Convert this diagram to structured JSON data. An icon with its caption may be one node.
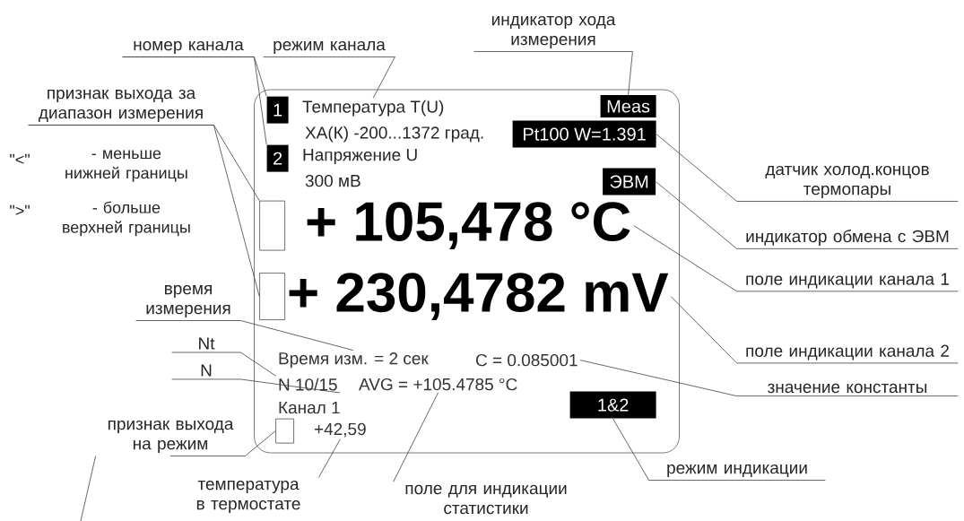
{
  "diagram": {
    "nodes": [
      {
        "text": [],
        "shape": "box"
      },
      {
        "text": [
          "1"
        ],
        "in": 0
      },
      {
        "text": [
          "Температура T(U)"
        ],
        "in": 0
      },
      {
        "text": [
          "ХА(К) -200...1372 град."
        ],
        "in": 0
      },
      {
        "text": [
          "2"
        ],
        "in": 0
      },
      {
        "text": [
          "Напряжение U"
        ],
        "in": 0
      },
      {
        "text": [
          "300 мВ"
        ],
        "in": 0
      },
      {
        "text": [
          "Meas"
        ],
        "in": 0
      },
      {
        "text": [
          "Pt100 W=1.391"
        ],
        "in": 0
      },
      {
        "text": [
          "ЭВМ"
        ],
        "in": 0
      },
      {
        "text": [],
        "shape": "box",
        "in": 0
      },
      {
        "text": [
          "+ 105,478 °C"
        ],
        "in": 0
      },
      {
        "text": [],
        "shape": "box",
        "in": 0
      },
      {
        "text": [
          "+ 230,4782 mV"
        ],
        "in": 0
      },
      {
        "text": [
          "Время изм. = 2 сек"
        ],
        "in": 0
      },
      {
        "text": [
          "C = 0.085001"
        ],
        "in": 0
      },
      {
        "text": [
          "N 10/15"
        ],
        "in": 0
      },
      {
        "text": [
          "AVG = +105.4785 °C"
        ],
        "in": 0
      },
      {
        "text": [
          "Канал 1"
        ],
        "in": 0
      },
      {
        "text": [],
        "shape": "box",
        "in": 0
      },
      {
        "text": [
          "+42,59"
        ],
        "in": 0
      },
      {
        "text": [
          "1&2"
        ],
        "in": 0
      },
      {
        "text": [
          "номер канала"
        ]
      },
      {
        "text": [
          "режим канала"
        ]
      },
      {
        "text": [
          "индикатор хода измерения"
        ]
      },
      {
        "text": [
          "признак выхода за диапазон измерения"
        ]
      },
      {
        "text": [
          "датчик холод.концов термопары"
        ]
      },
      {
        "text": [
          "индикатор обмена с ЭВМ"
        ]
      },
      {
        "text": [
          "поле индикации канала 1"
        ]
      },
      {
        "text": [
          "время измерения"
        ]
      },
      {
        "text": [
          "поле индикации канала 2"
        ]
      },
      {
        "text": [
          "Nt"
        ]
      },
      {
        "text": [
          "N"
        ]
      },
      {
        "text": [
          "значение константы"
        ]
      },
      {
        "text": [
          "признак выхода на режим"
        ]
      },
      {
        "text": [
          "температура в термостате"
        ]
      },
      {
        "text": [
          "поле для индикации статистики"
        ]
      },
      {
        "text": [
          "режим индикации"
        ]
      }
    ],
    "edges": [
      {
        "from": 22,
        "to": 1,
        "arrow": "none"
      },
      {
        "from": 22,
        "to": 4,
        "arrow": "none"
      },
      {
        "from": 23,
        "to": 2,
        "arrow": "none"
      },
      {
        "from": 24,
        "to": 7,
        "arrow": "none"
      },
      {
        "from": 25,
        "to": 10,
        "arrow": "none"
      },
      {
        "from": 25,
        "to": 12,
        "arrow": "none"
      },
      {
        "from": 26,
        "to": 8,
        "arrow": "none"
      },
      {
        "from": 27,
        "to": 9,
        "arrow": "none"
      },
      {
        "from": 28,
        "to": 11,
        "arrow": "none"
      },
      {
        "from": 30,
        "to": 13,
        "arrow": "none"
      },
      {
        "from": 33,
        "to": 15,
        "arrow": "none"
      },
      {
        "from": 37,
        "to": 21,
        "arrow": "none"
      },
      {
        "from": 29,
        "to": 14,
        "arrow": "none"
      },
      {
        "from": 31,
        "to": 16,
        "arrow": "none"
      },
      {
        "from": 32,
        "to": 16,
        "arrow": "none"
      },
      {
        "from": 34,
        "to": 19,
        "arrow": "none"
      },
      {
        "from": 35,
        "to": 20,
        "arrow": "none"
      },
      {
        "from": 36,
        "to": 17,
        "arrow": "none"
      },
      {
        "from": null,
        "to": 34,
        "arrow": "none"
      }
    ],
    "labels": [
      "\"<\"",
      "- меньше нижней границы",
      "\">\"",
      "- больше верхней границы"
    ]
  }
}
